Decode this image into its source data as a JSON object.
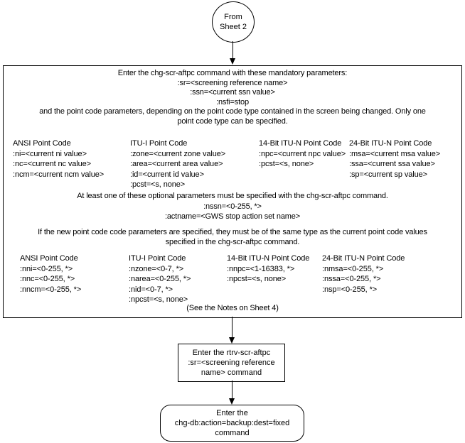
{
  "colors": {
    "line": "#000000",
    "background": "#ffffff",
    "text": "#000000"
  },
  "start": {
    "label": "From\nSheet 2"
  },
  "main_box": {
    "mandatory_text": "Enter the chg-scr-aftpc command with these mandatory parameters:\n:sr=<screening reference name>\n:ssn=<current ssn value>\n:nsfi=stop\nand the point code parameters, depending on the point code type contained in the screen being changed. Only one\npoint code type can be specified.",
    "current_pc_columns": [
      {
        "title": "ANSI Point Code",
        "lines": ":ni=<current ni value>\n:nc=<current nc value>\n:ncm=<current ncm value>"
      },
      {
        "title": "ITU-I Point Code",
        "lines": ":zone=<current zone value>\n:area=<current area value>\n:id=<current id value>\n:pcst=<s, none>"
      },
      {
        "title": "14-Bit ITU-N Point Code",
        "lines": ":npc=<current npc value>\n:pcst=<s, none>"
      },
      {
        "title": "24-Bit ITU-N Point Code",
        "lines": ":msa=<current msa value>\n:ssa=<current ssa value>\n:sp=<current sp value>"
      }
    ],
    "optional_text": "At least one of these optional parameters must be specified with the chg-scr-aftpc command.\n:nssn=<0-255, *>\n:actname=<GWS stop action set name>",
    "new_pc_text": "If the new point code code parameters are specified, they must be of the same type as the current point code values\nspecified in the chg-scr-aftpc command.",
    "new_pc_columns": [
      {
        "title": "ANSI Point Code",
        "lines": ":nni=<0-255, *>\n:nnc=<0-255, *>\n:nncm=<0-255, *>"
      },
      {
        "title": "ITU-I Point Code",
        "lines": ":nzone=<0-7, *>\n:narea=<0-255, *>\n:nid=<0-7, *>\n:npcst=<s, none>"
      },
      {
        "title": "14-Bit ITU-N Point Code",
        "lines": ":nnpc=<1-16383, *>\n:npcst=<s, none>"
      },
      {
        "title": "24-Bit ITU-N Point Code",
        "lines": ":nmsa=<0-255, *>\n:nssa=<0-255, *>\n:nsp=<0-255, *>"
      }
    ],
    "note": "(See the Notes on Sheet 4)"
  },
  "rtrv_box": {
    "text": "Enter the rtrv-scr-aftpc\n:sr=<screening reference\nname>  command"
  },
  "backup_box": {
    "text": "Enter the\nchg-db:action=backup:dest=fixed\ncommand"
  }
}
